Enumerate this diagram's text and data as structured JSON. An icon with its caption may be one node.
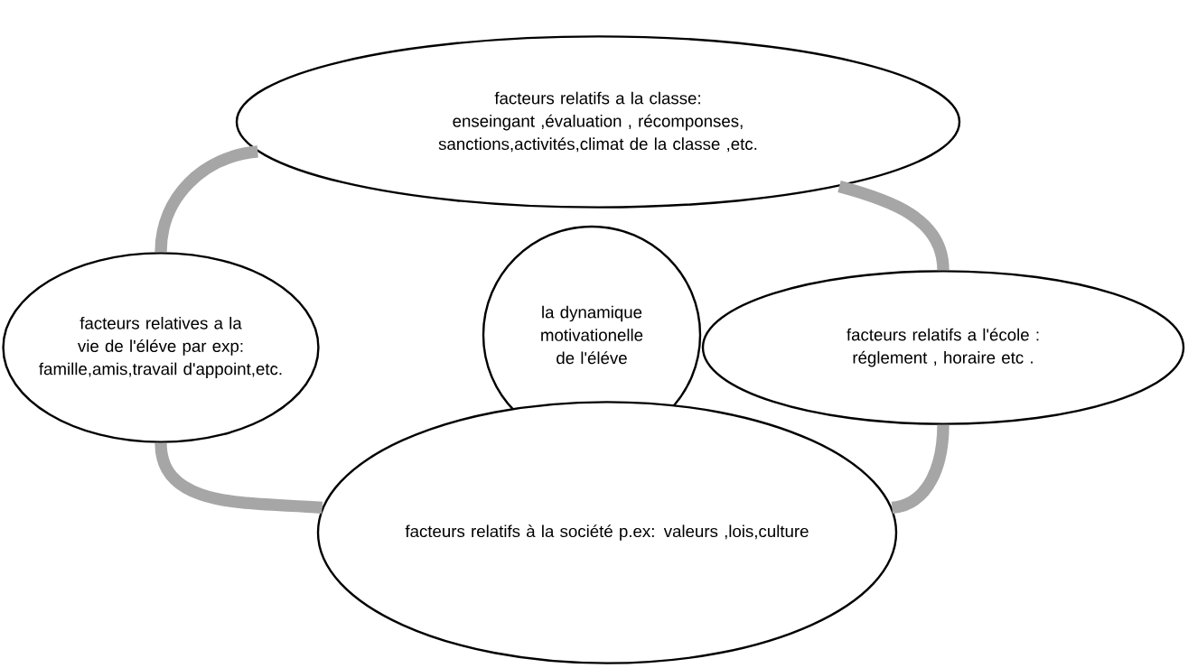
{
  "diagram": {
    "nodes": [
      {
        "text": [
          "facteurs relatifs a la classe: enseingant ,évaluation , récomponses, sanctions,activités,climat de la classe ,etc."
        ]
      },
      {
        "text": [
          "facteurs relatives a la vie de l'éléve par exp: famille,amis,travail d'appoint,etc."
        ]
      },
      {
        "text": [
          "la dynamique motivationelle de l'éléve"
        ]
      },
      {
        "text": [
          "facteurs relatifs a l'école : réglement , horaire etc ."
        ]
      },
      {
        "text": [
          "facteurs relatifs à la société p.ex: valeurs ,lois,culture"
        ]
      }
    ],
    "edges": [
      {
        "from": 0,
        "to": 3,
        "arrow": "none"
      },
      {
        "from": 3,
        "to": 4,
        "arrow": "none"
      },
      {
        "from": 4,
        "to": 1,
        "arrow": "none"
      },
      {
        "from": 1,
        "to": 0,
        "arrow": "none"
      }
    ]
  }
}
